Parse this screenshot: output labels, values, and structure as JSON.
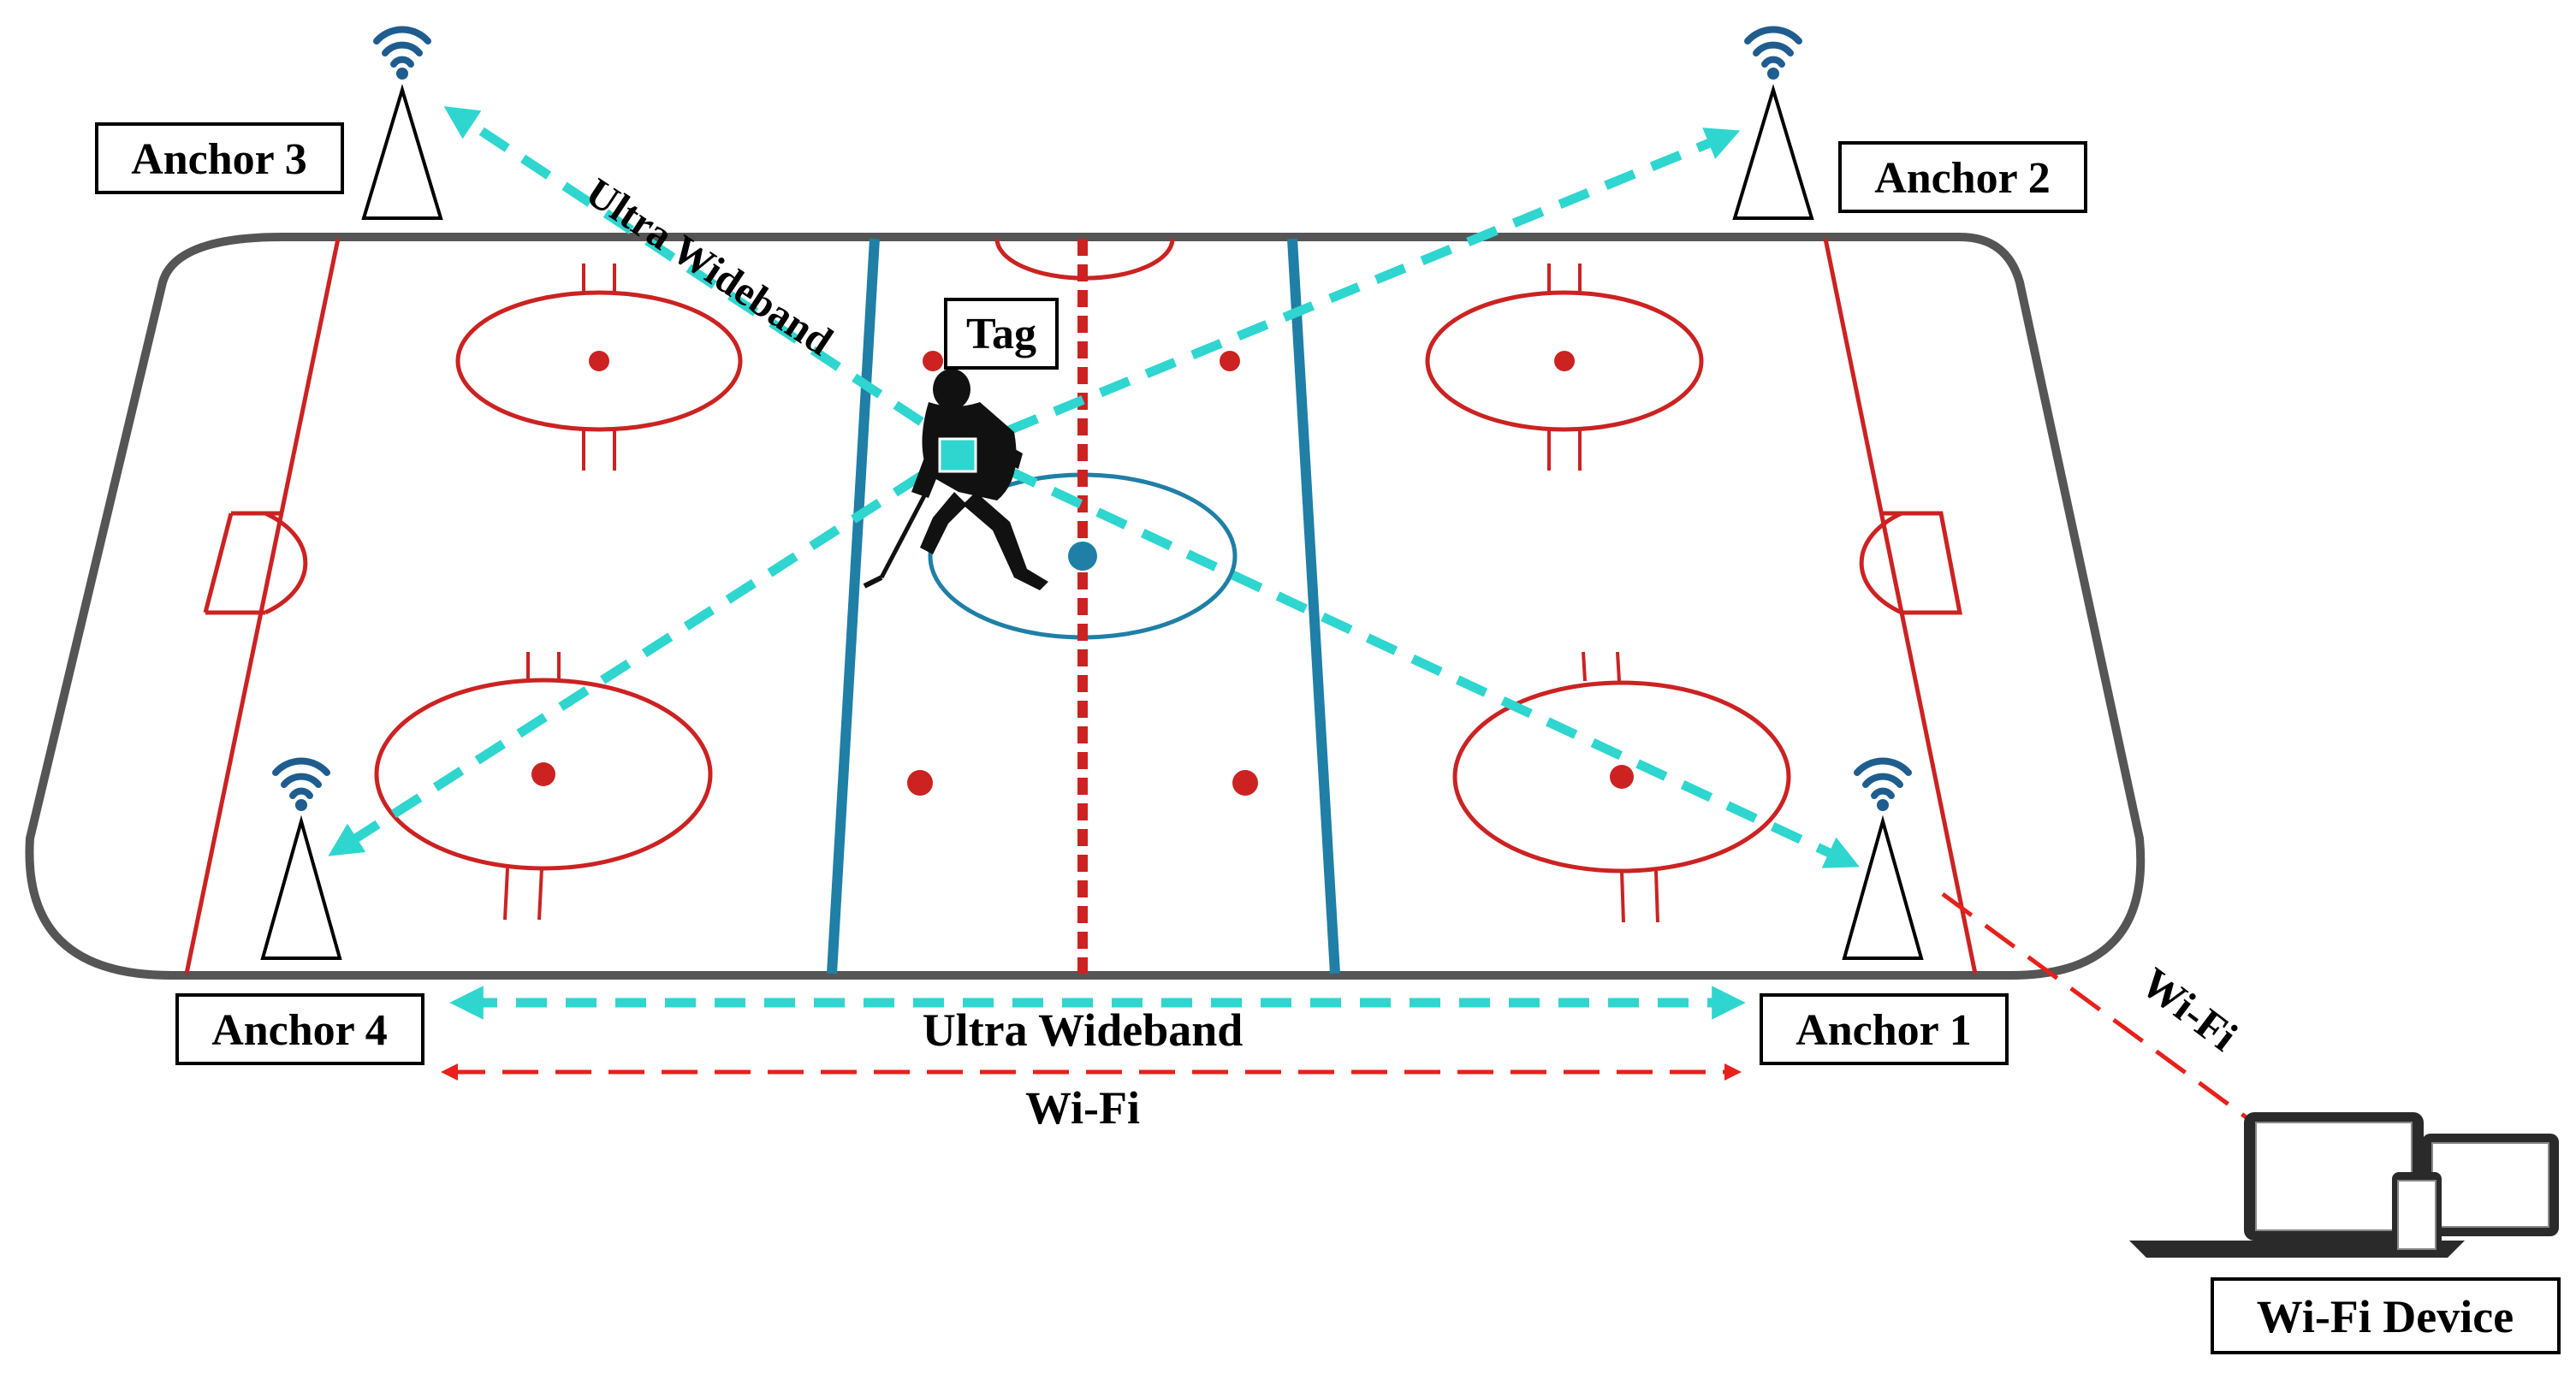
{
  "labels": {
    "anchor1": "Anchor 1",
    "anchor2": "Anchor 2",
    "anchor3": "Anchor 3",
    "anchor4": "Anchor 4",
    "tag": "Tag",
    "wifi_device": "Wi-Fi Device"
  },
  "link_labels": {
    "uwb_diagonal": "Ultra Wideband",
    "uwb_bottom": "Ultra Wideband",
    "wifi_bottom": "Wi-Fi",
    "wifi_device_link": "Wi-Fi"
  },
  "colors": {
    "uwb": "#2ed6cf",
    "wifi": "#e8201b",
    "rink_red": "#cc2222",
    "rink_blue": "#1f7fa6",
    "rink_border": "#555555",
    "wifi_signal": "#1f5d8f",
    "tag_marker": "#2ed6cf"
  },
  "icons": {
    "anchor": "antenna-icon",
    "signal": "wifi-signal-icon",
    "player": "hockey-player-icon",
    "device": "laptop-tablet-phone-icon"
  }
}
